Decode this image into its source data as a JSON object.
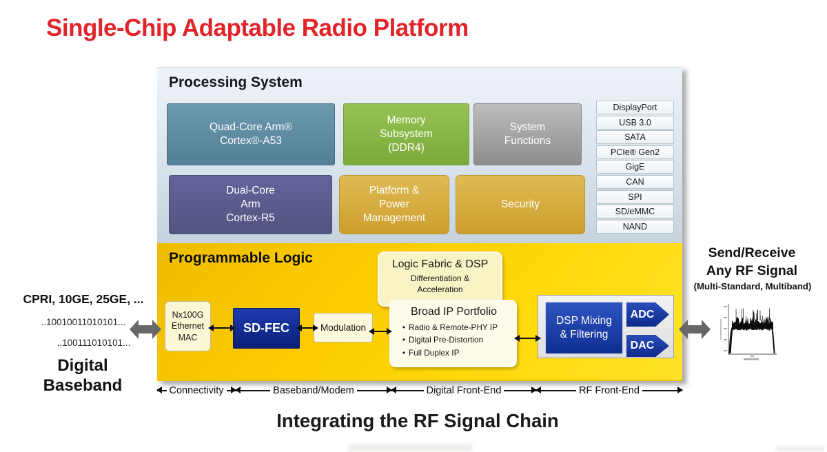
{
  "slide": {
    "title": "Single-Chip Adaptable Radio Platform",
    "footer_title": "Integrating the RF Signal Chain"
  },
  "processing_system": {
    "heading": "Processing System",
    "blocks": {
      "quad_core": [
        "Quad-Core Arm®",
        "Cortex®-A53"
      ],
      "memory": [
        "Memory",
        "Subsystem",
        "(DDR4)"
      ],
      "system_functions": [
        "System",
        "Functions"
      ],
      "dual_core": [
        "Dual-Core",
        "Arm",
        "Cortex-R5"
      ],
      "platform_power": [
        "Platform &",
        "Power",
        "Management"
      ],
      "security": "Security"
    },
    "peripherals": [
      "DisplayPort",
      "USB 3.0",
      "SATA",
      "PCIe® Gen2",
      "GigE",
      "CAN",
      "SPI",
      "SD/eMMC",
      "NAND"
    ]
  },
  "programmable_logic": {
    "heading": "Programmable Logic",
    "logic_fabric": {
      "title": "Logic Fabric & DSP",
      "subtitle": [
        "Differentiation &",
        "Acceleration"
      ]
    },
    "nx100g": [
      "Nx100G",
      "Ethernet",
      "MAC"
    ],
    "sdfec": "SD-FEC",
    "modulation": "Modulation",
    "broad_ip": {
      "title": "Broad IP Portfolio",
      "bullets": [
        "Radio & Remote-PHY IP",
        "Digital Pre-Distortion",
        "Full Duplex IP"
      ]
    },
    "dsp": {
      "label": [
        "DSP Mixing",
        "& Filtering"
      ],
      "adc": "ADC",
      "dac": "DAC"
    }
  },
  "left_panel": {
    "protocols": "CPRI, 10GE, 25GE, ...",
    "bitstream_top": "..10010011010101...",
    "bitstream_bottom": "..100111010101...",
    "label": [
      "Digital",
      "Baseband"
    ]
  },
  "right_panel": {
    "title": [
      "Send/Receive",
      "Any RF Signal"
    ],
    "subtitle": "(Multi-Standard, Multiband)"
  },
  "signal_chain": [
    "Connectivity",
    "Baseband/Modem",
    "Digital Front-End",
    "RF Front-End"
  ],
  "colors": {
    "title_red": "#e1242a",
    "pl_yellow": "#ffd606",
    "deep_blue": "#0d2a8c",
    "ps_blue_gray": "#d5e0e9",
    "teal": "#5d8ba2",
    "green": "#88b747",
    "purple": "#5b5c90",
    "gold": "#d4a93c",
    "gray_arrow": "#686868"
  }
}
